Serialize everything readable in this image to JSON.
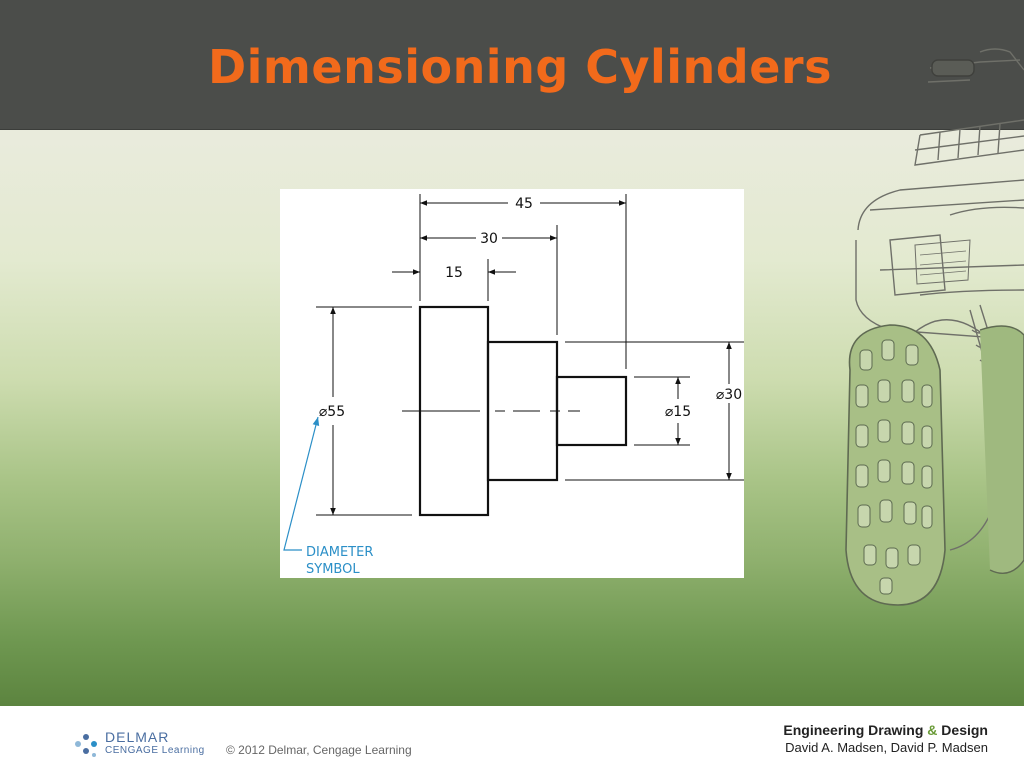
{
  "slide": {
    "title": "Dimensioning Cylinders"
  },
  "figure": {
    "dim_45": "45",
    "dim_30": "30",
    "dim_15": "15",
    "dia_55": "⌀55",
    "dia_15": "⌀15",
    "dia_30": "⌀30",
    "callout_line1": "DIAMETER",
    "callout_line2": "SYMBOL",
    "callout_color": "#2b8fc7"
  },
  "footer": {
    "publisher_name": "DELMAR",
    "publisher_sub": "CENGAGE Learning",
    "copyright": "© 2012   Delmar, Cengage Learning",
    "book_title_part1": "Engineering Drawing ",
    "book_title_amp": "&",
    "book_title_part2": " Design",
    "authors": "David A. Madsen, David P. Madsen"
  }
}
